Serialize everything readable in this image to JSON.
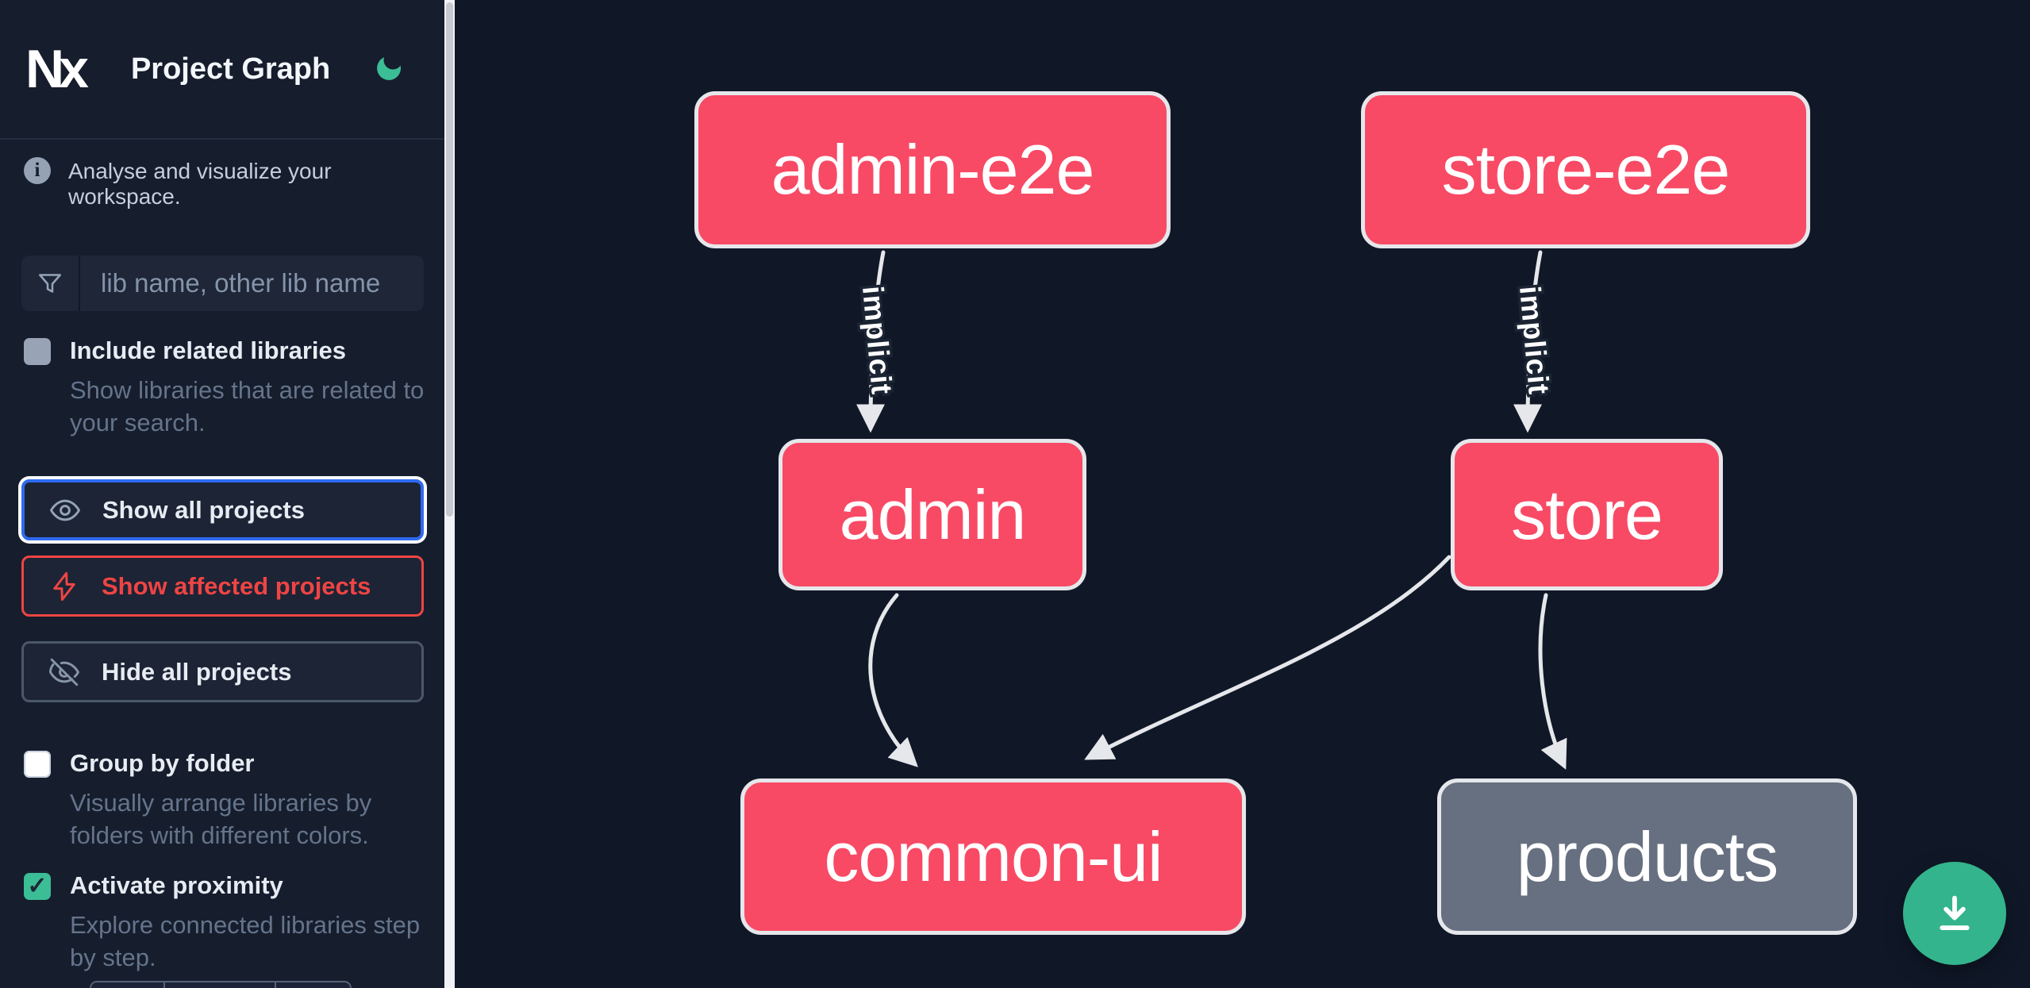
{
  "app": {
    "logo_text": "Nx",
    "title": "Project Graph",
    "theme_icon": "moon"
  },
  "colors": {
    "accent_green": "#34b48c",
    "node_pink": "#f84a65",
    "node_gray": "#677080",
    "node_border": "#e5e7eb",
    "edge_gray": "#e5e7ea",
    "affected_red": "#ef4444",
    "focus_blue": "#2f6bf0",
    "sidebar_bg": "#161d2d",
    "canvas_bg": "#101828"
  },
  "sidebar": {
    "tagline": "Analyse and visualize your workspace.",
    "search": {
      "placeholder": "lib name, other lib name",
      "value": "",
      "icon": "funnel-filter-icon"
    },
    "include_related": {
      "label": "Include related libraries",
      "description": "Show libraries that are related to your search.",
      "checked": false
    },
    "actions": {
      "show_all": {
        "label": "Show all projects",
        "icon": "eye",
        "focused": true
      },
      "show_affected": {
        "label": "Show affected projects",
        "icon": "lightning-bolt"
      },
      "hide_all": {
        "label": "Hide all projects",
        "icon": "eye-slash"
      }
    },
    "group_by_folder": {
      "label": "Group by folder",
      "description": "Visually arrange libraries by folders with different colors.",
      "checked": false
    },
    "activate_proximity": {
      "label": "Activate proximity",
      "description": "Explore connected libraries step by step.",
      "checked": true,
      "check_glyph": "✓"
    }
  },
  "graph": {
    "nodes": [
      {
        "id": "admin-e2e",
        "label": "admin-e2e",
        "color": "pink"
      },
      {
        "id": "store-e2e",
        "label": "store-e2e",
        "color": "pink"
      },
      {
        "id": "admin",
        "label": "admin",
        "color": "pink"
      },
      {
        "id": "store",
        "label": "store",
        "color": "pink"
      },
      {
        "id": "common-ui",
        "label": "common-ui",
        "color": "pink"
      },
      {
        "id": "products",
        "label": "products",
        "color": "gray"
      }
    ],
    "edges": [
      {
        "source": "admin-e2e",
        "target": "admin",
        "label": "implicit"
      },
      {
        "source": "store-e2e",
        "target": "store",
        "label": "implicit"
      },
      {
        "source": "admin",
        "target": "common-ui",
        "label": ""
      },
      {
        "source": "store",
        "target": "common-ui",
        "label": ""
      },
      {
        "source": "store",
        "target": "products",
        "label": ""
      }
    ]
  },
  "fab": {
    "icon": "download"
  }
}
